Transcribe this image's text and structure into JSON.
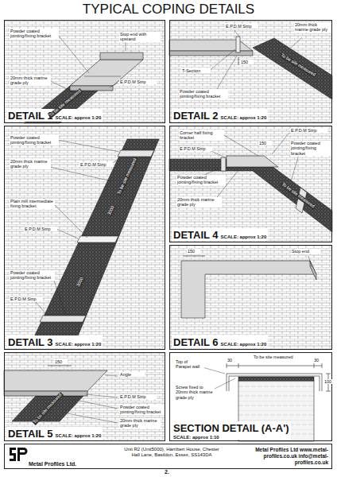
{
  "diagram": {
    "title": "TYPICAL COPING DETAILS",
    "nodes": [
      {
        "text": [
          "DETAIL 1",
          "SCALE: approx 1:20"
        ]
      },
      {
        "text": [
          "DETAIL 2",
          "SCALE: approx 1:20"
        ]
      },
      {
        "text": [
          "DETAIL 3",
          "SCALE: approx 1:20"
        ]
      },
      {
        "text": [
          "DETAIL 4",
          "SCALE: approx 1:20"
        ]
      },
      {
        "text": [
          "DETAIL 6",
          "SCALE: approx 1:20"
        ]
      },
      {
        "text": [
          "DETAIL 5",
          "SCALE: approx 1:20"
        ]
      },
      {
        "text": [
          "SECTION DETAIL (A-A')",
          "SCALE: approx 1:10"
        ]
      },
      {
        "text": [
          "Metal Profiles Ltd.",
          "Unit R2 (Unit5000), Harribert House, Chester Hall Lane, Basildon, Essex, SS143DA",
          "Metal Profiles Ltd www.metal-profiles.co.uk info@metal-profiles.co.uk"
        ]
      }
    ],
    "labels": [
      "Powder coated jointing/fixing bracket",
      "Stop end with upstand",
      "20mm thick marine grade ply",
      "E.P.D.M Strip",
      "To be site measured",
      "E.P.D.M Strip",
      "Powder coated jointing/fixing bracket",
      "T-Section",
      "150",
      "20mm thick marine grade ply",
      "To be site measured",
      "Powder coated jointing/fixing bracket",
      "E.P.D.M Strip",
      "20mm thick marine grade ply",
      "Plain mill intermediate fixing bracket",
      "E.P.D.M Strip",
      "Powder coated jointing/fixing bracket",
      "E.P.D.M Strip",
      "To be site measured",
      "3000",
      "3000",
      "Corner half fixing bracket",
      "E.P.D.M Strip",
      "150",
      "E.P.D.M Strip",
      "Powder coated jointing/fixing bracket",
      "Powder coated jointing/fixing bracket",
      "20mm thick marine grade ply",
      "To be site measured",
      "150",
      "Stop end",
      "150",
      "Angle",
      "E.P.D.M Strip",
      "Powder coated jointing/fixing bracket",
      "20mm thick marine grade ply",
      "To be site measured",
      "Top of Parapet wall",
      "To be site measured",
      "30",
      "30",
      "100",
      "Screw fixed to 20mm thick marine grade ply",
      "2."
    ]
  }
}
